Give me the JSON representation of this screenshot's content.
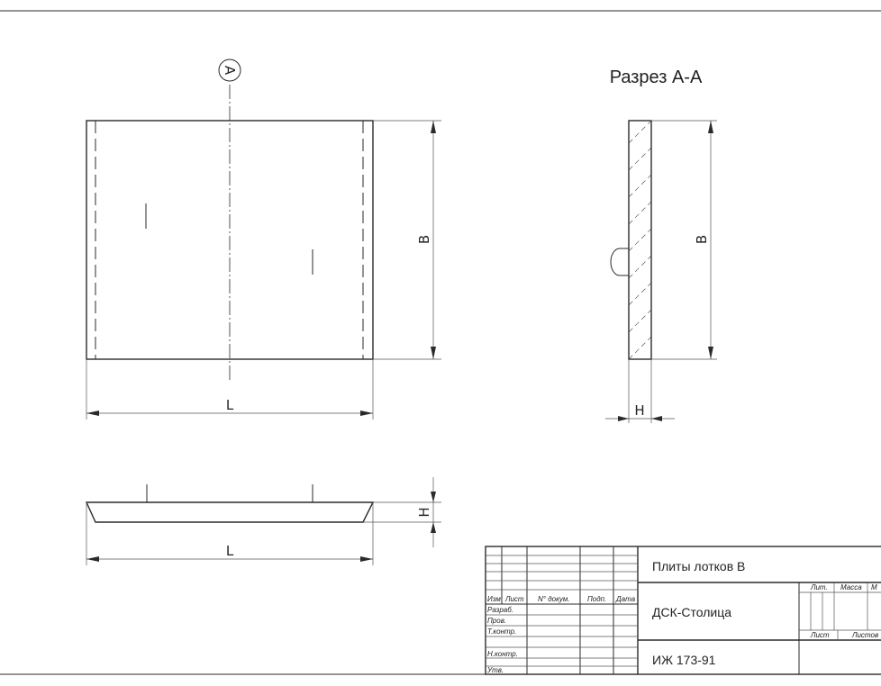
{
  "section_title": "Разрез А-А",
  "section_marker": "A",
  "dims": {
    "length": "L",
    "width": "B",
    "height": "H"
  },
  "title_block": {
    "product_name": "Плиты лотков В",
    "organization": "ДСК-Столица",
    "document_code": "ИЖ 173-91",
    "headers": {
      "izm": "Изм",
      "list": "Лист",
      "doc_no": "N° докум.",
      "sign": "Подп.",
      "date": "Дата",
      "lit": "Лит.",
      "mass": "Масса",
      "scale": "М",
      "sheet": "Лист",
      "sheets": "Листов"
    },
    "roles": [
      "Разраб.",
      "Пров.",
      "Т.контр.",
      "",
      "Н.контр.",
      "Утв."
    ]
  }
}
